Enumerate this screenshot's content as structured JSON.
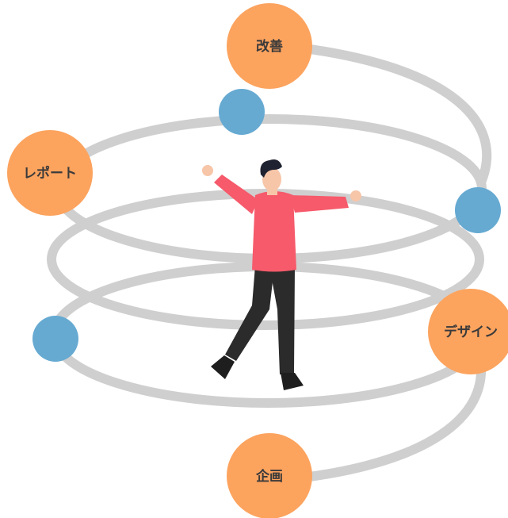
{
  "diagram": {
    "stages": [
      {
        "id": "kaizen",
        "label": "改善"
      },
      {
        "id": "report",
        "label": "レポート"
      },
      {
        "id": "design",
        "label": "デザイン"
      },
      {
        "id": "kikaku",
        "label": "企画"
      }
    ],
    "colors": {
      "stage_circle": "#fca35e",
      "accent_circle": "#66aad2",
      "spiral": "#cfcfcf",
      "shirt": "#f65a6b",
      "pants": "#2b2b2b",
      "skin": "#f7c5a8",
      "hair": "#1f2230"
    }
  }
}
